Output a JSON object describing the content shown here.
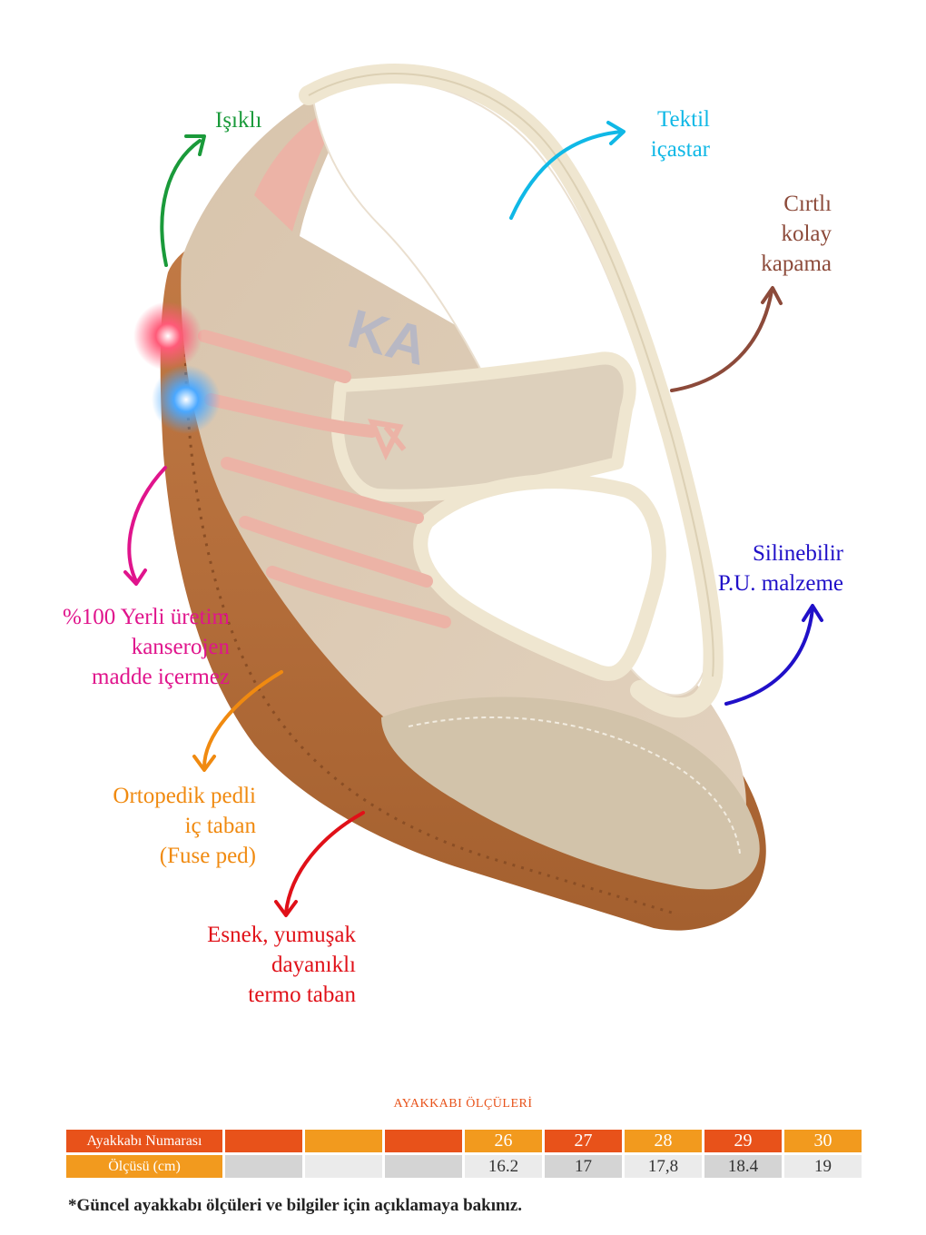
{
  "colors": {
    "isikli": "#1a9a3a",
    "tekstil": "#10b8e6",
    "cirtli": "#8c4a3a",
    "yerli": "#e0148c",
    "silinebilir": "#2010c8",
    "ortopedik": "#f08a10",
    "esnek": "#e01018",
    "size_dark": "#e8521a",
    "size_light": "#f29a1e",
    "grey_cell": "#d4d4d4",
    "light_cell": "#ebebeb"
  },
  "features": {
    "isikli": [
      "Işıklı"
    ],
    "tekstil": [
      "Tektil",
      "içastar"
    ],
    "cirtli": [
      "Cırtlı",
      "kolay",
      "kapama"
    ],
    "yerli": [
      "%100 Yerli üretim",
      "kanserojen",
      "madde içermez"
    ],
    "silinebilir": [
      "Silinebilir",
      "P.U. malzeme"
    ],
    "ortopedik": [
      "Ortopedik pedli",
      "iç taban",
      "(Fuse ped)"
    ],
    "esnek": [
      "Esnek, yumuşak",
      "dayanıklı",
      "termo  taban"
    ]
  },
  "size_table": {
    "title": "AYAKKABI ÖLÇÜLERİ",
    "row1_label": "Ayakkabı Numarası",
    "row2_label": "Ölçüsü (cm)",
    "sizes": [
      "",
      "",
      "",
      "26",
      "27",
      "28",
      "29",
      "30"
    ],
    "cms": [
      "",
      "",
      "",
      "16.2",
      "17",
      "17,8",
      "18.4",
      "19"
    ]
  },
  "note": "*Güncel ayakkabı ölçüleri ve bilgiler için açıklamaya bakınız.",
  "icons": [
    "shoe-illustration",
    "arrow-icon"
  ]
}
